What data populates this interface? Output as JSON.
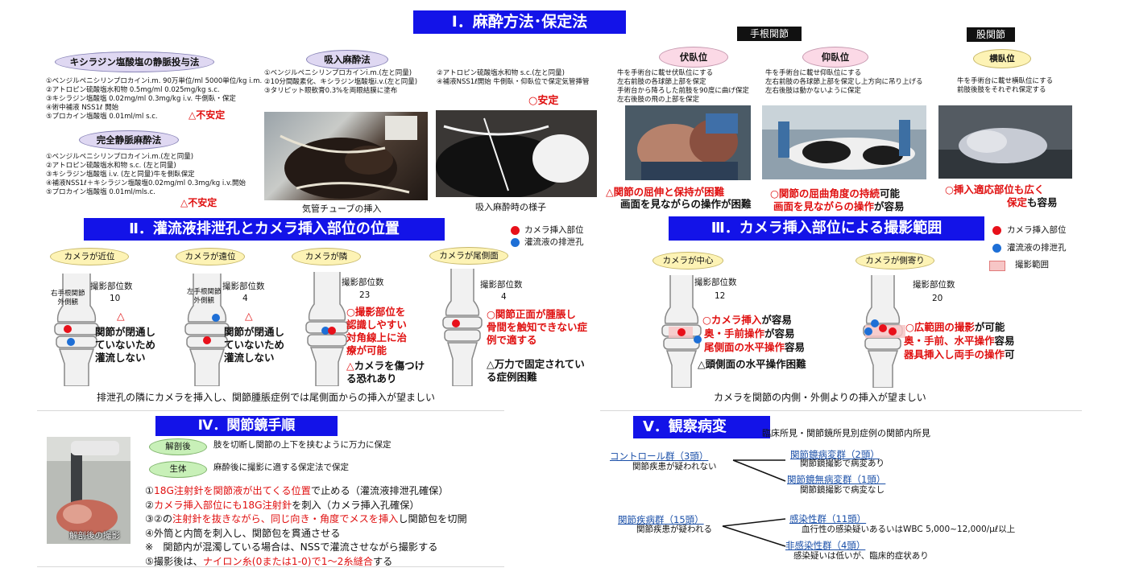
{
  "s1": {
    "title": "Ⅰ．麻酔方法･保定法",
    "ivg_label": "キシラジン塩酸塩の静脈投与法",
    "ivg_lines": [
      "①ベンジルペニシリンプロカインi.m. 90万単位/ml 5000単位/kg i.m.",
      "②アトロピン硫酸塩水和物 0.5mg/ml 0.025mg/kg s.c.",
      "③キシラジン塩酸塩 0.02mg/ml 0.3mg/kg i.v. 牛側臥・保定",
      "④術中補液 NSS1ℓ 開始",
      "⑤プロカイン塩酸塩 0.01ml/ml s.c."
    ],
    "ivg_eval": "△不安定",
    "full_label": "完全静脈麻酔法",
    "full_lines": [
      "①ベンジルペニシリンプロカインi.m.(左と同量)",
      "②アトロピン硫酸塩水和物 s.c. (左と同量)",
      "③キシラジン塩酸塩 i.v. (左と同量)牛を側臥保定",
      "④補液NSS1ℓ＋キシラジン塩酸塩0.02mg/ml 0.3mg/kg i.v.開始",
      "⑤プロカイン塩酸塩 0.01ml/mls.c."
    ],
    "full_eval": "△不安定",
    "inh_label": "吸入麻酔法",
    "inh_lines_a": [
      "①ベンジルペニシリンプロカインi.m.(左と同量)",
      "②10分間酸素化、キシラジン塩酸塩i.v.(左と同量)",
      "③タリピット眼軟膏0.3%を両眼結膜に塗布"
    ],
    "inh_lines_b": [
      "②アトロピン硫酸塩水和物 s.c.(左と同量)",
      "④補液NSS1ℓ開始 牛側臥・仰臥位で保定気管挿管"
    ],
    "inh_eval": "○安定",
    "cap_tube": "気管チューブの挿入",
    "cap_inh": "吸入麻酔時の様子",
    "carpal_head": "手根関節",
    "hip_head": "股関節",
    "prone_label": "伏臥位",
    "prone_lines": [
      "牛を手術台に載せ伏臥位にする",
      "左右前肢の各球節上部を保定",
      "手術台から降ろした前肢を90度に曲げ保定",
      "左右後肢の飛の上部を保定"
    ],
    "prone_eval_1": "△関節の屈伸と保持が困難",
    "prone_eval_2": "画面を見ながらの操作が困難",
    "supine_label": "仰臥位",
    "supine_lines": [
      "牛を手術台に載せ仰臥位にする",
      "左右前肢の各球節上部を保定し上方向に吊り上げる",
      "左右後肢は動かないように保定"
    ],
    "supine_eval_1a": "○関節の",
    "supine_eval_1b": "屈曲角度の持続",
    "supine_eval_1c": "可能",
    "supine_eval_2a": "画面を見ながらの操作",
    "supine_eval_2b": "が容易",
    "lateral_label": "横臥位",
    "lateral_lines": [
      "牛を手術台に載せ横臥位にする",
      "前肢後肢をそれぞれ保定する"
    ],
    "lateral_eval_1": "○挿入適応部位も広く",
    "lateral_eval_2a": "保定",
    "lateral_eval_2b": "も容易"
  },
  "s2": {
    "title": "Ⅱ．灌流液排泄孔とカメラ挿入部位の位置",
    "legend_red": "カメラ挿入部位",
    "legend_blue": "灌流液の排泄孔",
    "p1_label": "カメラが近位",
    "p1_count_label": "撮影部位数",
    "p1_count": "10",
    "p1_side": "右手根関節\n外側観",
    "p1_eval": "△",
    "p1_note": "関節が閉通し\nていないため\n灌流しない",
    "p2_label": "カメラが遠位",
    "p2_count_label": "撮影部位数",
    "p2_count": "4",
    "p2_side": "左手根関節\n外側観",
    "p2_eval": "△",
    "p2_note": "関節が閉通し\nていないため\n灌流しない",
    "p3_label": "カメラが隣",
    "p3_count_label": "撮影部位数",
    "p3_count": "23",
    "p3_note_red": "○撮影部位を\n認識しやすい\n対角線上に治\n療が可能",
    "p3_note_warn_a": "△",
    "p3_note_warn_b": "カメラを傷つけ\nる恐れあり",
    "p4_label": "カメラが尾側面",
    "p4_count_label": "撮影部位数",
    "p4_count": "4",
    "p4_note_red": "○関節正面が腫脹し\n骨間を触知できない症\n例で適する",
    "p4_note_black": "△万力で固定されてい\nる症例困難",
    "footer": "排泄孔の隣にカメラを挿入し、関節腫脹症例では尾側面からの挿入が望ましい"
  },
  "s3": {
    "title": "Ⅲ．カメラ挿入部位による撮影範囲",
    "legend_red": "カメラ挿入部位",
    "legend_blue": "灌流液の排泄孔",
    "legend_range": "撮影範囲",
    "c1_label": "カメラが中心",
    "c1_count_label": "撮影部位数",
    "c1_count": "12",
    "c1_n1a": "○カメラ挿入",
    "c1_n1b": "が容易",
    "c1_n2a": "奥・手前操作",
    "c1_n2b": "が容易",
    "c1_n3a": "尾側面の水平操作",
    "c1_n3b": "容易",
    "c1_n4": "△頭側面の水平操作困難",
    "c2_label": "カメラが側寄り",
    "c2_count_label": "撮影部位数",
    "c2_count": "20",
    "c2_n1a": "○広範囲の撮影",
    "c2_n1b": "が可能",
    "c2_n2a": "奥・手前、水平操作",
    "c2_n2b": "容易",
    "c2_n3a": "器具挿入し両手の操作",
    "c2_n3b": "可",
    "footer": "カメラを関節の内側・外側よりの挿入が望ましい"
  },
  "s4": {
    "title": "Ⅳ．関節鏡手順",
    "photo_caption": "解剖後の撮影",
    "tag1": "解剖後",
    "tag1_text": "肢を切断し関節の上下を挟むように万力に保定",
    "tag2": "生体",
    "tag2_text": "麻酔後に撮影に適する保定法で保定",
    "step1a": "①",
    "step1b": "18G注射針を関節液が出てくる位置",
    "step1c": "で止める（灌流液排泄孔確保）",
    "step2a": "②",
    "step2b": "カメラ挿入部位にも18G注射針",
    "step2c": "を刺入（カメラ挿入孔確保）",
    "step3a": "③②の",
    "step3b": "注射針を抜きながら、同じ向き・角度でメスを挿入",
    "step3c": "し関節包を切開",
    "step4": "④外筒と内筒を刺入し、関節包を貫通させる",
    "step_note": "※　関節内が混濁している場合は、NSSで灌流させながら撮影する",
    "step5a": "⑤撮影後は、",
    "step5b": "ナイロン糸(0または1-0)で1～2糸縫合",
    "step5c": "する"
  },
  "s5": {
    "title": "Ⅴ．観察病変",
    "subtitle": "臨床所見・関節鏡所見別症例の関節内所見",
    "ctrl": "コントロール群（3頭）",
    "ctrl_sub": "関節疾患が疑われない",
    "lesion": "関節鏡病変群（2頭）",
    "lesion_sub": "関節鏡撮影で病変あり",
    "nolesion": "関節鏡無病変群（1頭）",
    "nolesion_sub": "関節鏡撮影で病変なし",
    "disease": "関節疾病群（15頭）",
    "disease_sub": "関節疾患が疑われる",
    "inf": "感染性群（11頭）",
    "inf_sub": "血行性の感染疑いあるいはWBC 5,000~12,000/μℓ以上",
    "noninf": "非感染性群（4頭）",
    "noninf_sub": "感染疑いは低いが、臨床的症状あり"
  },
  "colors": {
    "title_bg": "#1313e8",
    "red": "#e01010",
    "blue": "#1e6fd6"
  }
}
